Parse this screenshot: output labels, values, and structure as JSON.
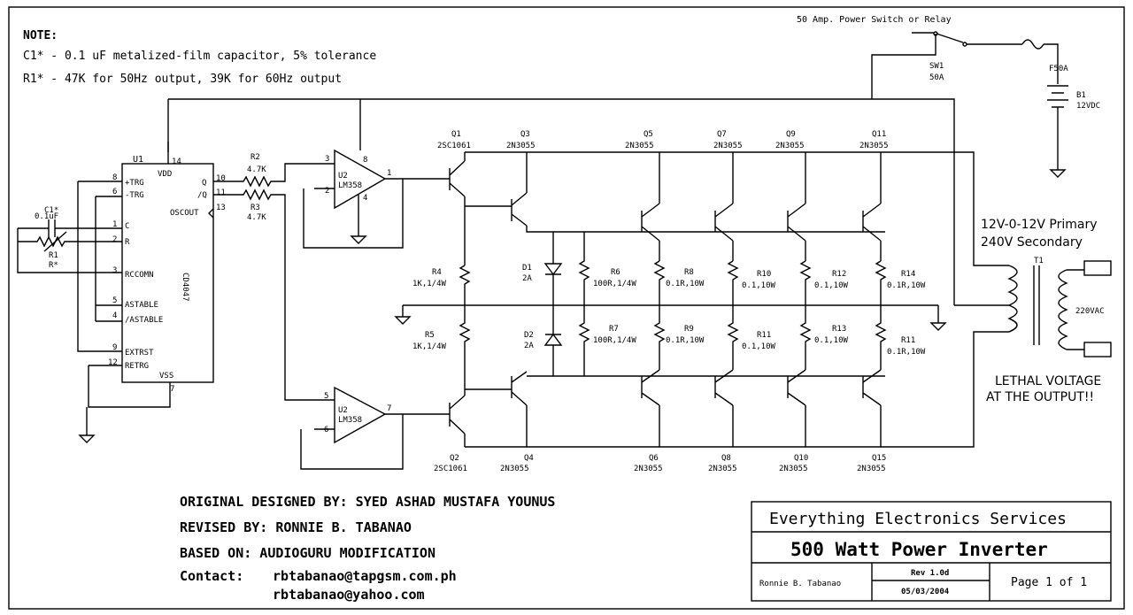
{
  "notes": {
    "heading": "NOTE:",
    "c1": "C1* - 0.1 uF metalized-film capacitor, 5% tolerance",
    "r1": "R1* - 47K for 50Hz output, 39K for 60Hz output"
  },
  "power": {
    "switch_note": "50 Amp. Power Switch or Relay",
    "switch_ref": "SW1",
    "switch_rating": "50A",
    "fuse": "F50A",
    "battery": "B1",
    "battery_v": "12VDC"
  },
  "u1": {
    "ref": "U1",
    "part": "CD4047",
    "vdd": "VDD",
    "vss": "VSS",
    "trg_plus": "+TRG",
    "trg_minus": "-TRG",
    "c": "C",
    "r": "R",
    "rccomn": "RCCOMN",
    "astable": "ASTABLE",
    "nastable": "/ASTABLE",
    "extrst": "EXTRST",
    "retrg": "RETRG",
    "q": "Q",
    "nq": "/Q",
    "oscout": "OSCOUT",
    "p14": "14",
    "p8": "8",
    "p6": "6",
    "p1": "1",
    "p2": "2",
    "p3": "3",
    "p5": "5",
    "p4": "4",
    "p9": "9",
    "p12": "12",
    "p7": "7",
    "p10": "10",
    "p11": "11",
    "p13": "13",
    "c1_ref": "C1*",
    "c1_val": "0.1uF",
    "r1_ref": "R1",
    "r1_val": "R*"
  },
  "r2": {
    "ref": "R2",
    "val": "4.7K"
  },
  "r3": {
    "ref": "R3",
    "val": "4.7K"
  },
  "opa": {
    "ref": "U2",
    "part": "LM358",
    "p3": "3",
    "p2": "2",
    "p8": "8",
    "p4": "4",
    "p1": "1"
  },
  "opb": {
    "ref": "U2",
    "part": "LM358",
    "p5": "5",
    "p6": "6",
    "p7": "7"
  },
  "q": {
    "q1_ref": "Q1",
    "q1_part": "2SC1061",
    "q3_ref": "Q3",
    "q3_part": "2N3055",
    "q5_ref": "Q5",
    "q5_part": "2N3055",
    "q7_ref": "Q7",
    "q7_part": "2N3055",
    "q9_ref": "Q9",
    "q9_part": "2N3055",
    "q11_ref": "Q11",
    "q11_part": "2N3055",
    "q2_ref": "Q2",
    "q2_part": "2SC1061",
    "q4_ref": "Q4",
    "q4_part": "2N3055",
    "q6_ref": "Q6",
    "q6_part": "2N3055",
    "q8_ref": "Q8",
    "q8_part": "2N3055",
    "q10_ref": "Q10",
    "q10_part": "2N3055",
    "q15_ref": "Q15",
    "q15_part": "2N3055"
  },
  "res": {
    "r4_ref": "R4",
    "r4_val": "1K,1/4W",
    "r5_ref": "R5",
    "r5_val": "1K,1/4W",
    "d1_ref": "D1",
    "d1_val": "2A",
    "d2_ref": "D2",
    "d2_val": "2A",
    "r6_ref": "R6",
    "r6_val": "100R,1/4W",
    "r7_ref": "R7",
    "r7_val": "100R,1/4W",
    "r8_ref": "R8",
    "r8_val": "0.1R,10W",
    "r9_ref": "R9",
    "r9_val": "0.1R,10W",
    "r10_ref": "R10",
    "r10_val": "0.1,10W",
    "r11_ref": "R11",
    "r11_val": "0.1,10W",
    "r12_ref": "R12",
    "r12_val": "0.1,10W",
    "r13_ref": "R13",
    "r13_val": "0.1,10W",
    "r14_ref": "R14",
    "r14_val": "0.1R,10W",
    "r11b_ref": "R11",
    "r11b_val": "0.1R,10W"
  },
  "xfmr": {
    "ref": "T1",
    "output": "220VAC",
    "primary": "12V-0-12V Primary",
    "secondary": "240V Secondary",
    "warn1": "LETHAL VOLTAGE",
    "warn2": "AT THE OUTPUT!!"
  },
  "credits": {
    "original": "ORIGINAL DESIGNED BY: SYED ASHAD MUSTAFA YOUNUS",
    "revised": "REVISED BY: RONNIE B. TABANAO",
    "based": "BASED ON: AUDIOGURU MODIFICATION",
    "contact_label": "Contact:",
    "email1": "rbtabanao@tapgsm.com.ph",
    "email2": "rbtabanao@yahoo.com"
  },
  "title_block": {
    "company": "Everything Electronics Services",
    "title": "500 Watt Power Inverter",
    "drawn_by": "Ronnie B. Tabanao",
    "rev": "Rev 1.0d",
    "date": "05/03/2004",
    "page": "Page 1 of 1"
  }
}
